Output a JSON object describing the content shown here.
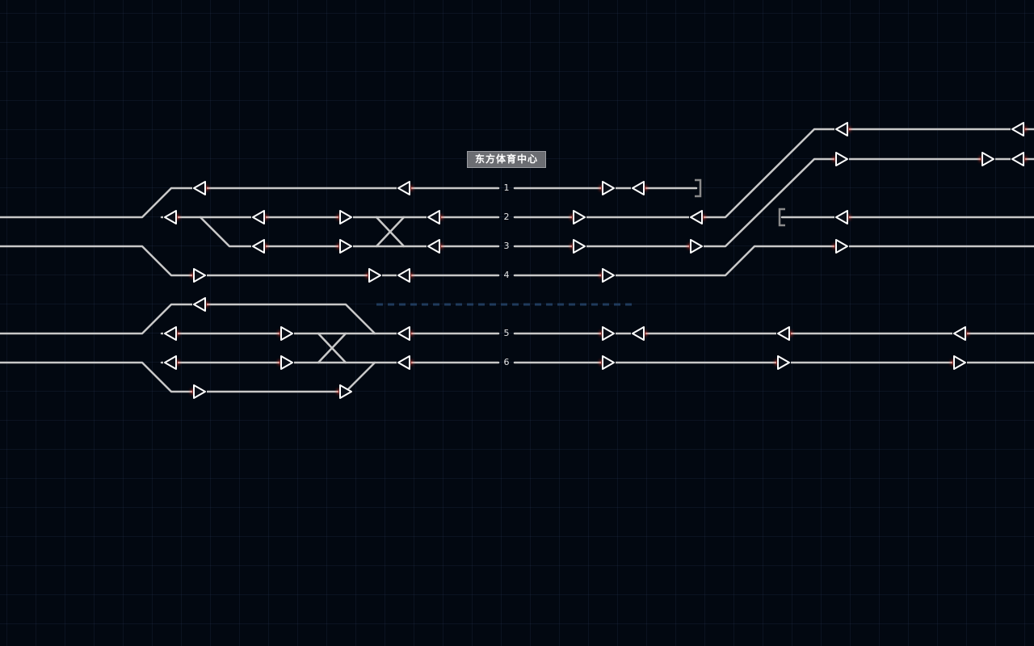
{
  "station": {
    "name": "东方体育中心"
  },
  "platform_tracks": [
    {
      "label": "1"
    },
    {
      "label": "2"
    },
    {
      "label": "3"
    },
    {
      "label": "4"
    },
    {
      "label": "5"
    },
    {
      "label": "6"
    }
  ],
  "colors": {
    "background": "#020811",
    "grid": "#1a2638",
    "rail": "#c8c8c8",
    "signal_outline": "#ffffff",
    "signal_glow": "#ff3b2a",
    "platform_dash": "#1f3a5c",
    "station_label_bg": "#6b6d72"
  },
  "icons": {
    "signal_left": "triangle-left-icon",
    "signal_right": "triangle-right-icon",
    "buffer_stop": "buffer-stop-icon"
  }
}
